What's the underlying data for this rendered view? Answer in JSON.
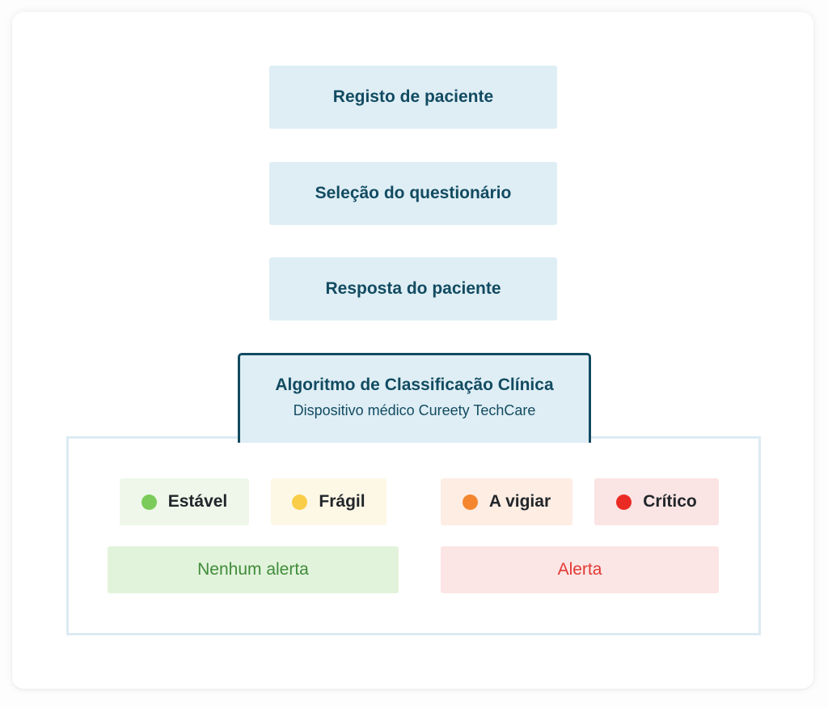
{
  "steps": {
    "registration": "Registo de paciente",
    "questionnaire_selection": "Seleção do questionário",
    "patient_response": "Resposta do paciente"
  },
  "algorithm": {
    "title": "Algoritmo de Classificação Clínica",
    "subtitle": "Dispositivo médico Cureety TechCare"
  },
  "statuses": [
    {
      "label": "Estável",
      "dot_color": "#7acb5a",
      "bg_color": "#eef7ea"
    },
    {
      "label": "Frágil",
      "dot_color": "#f9cd48",
      "bg_color": "#fdf8e6"
    },
    {
      "label": "A vigiar",
      "dot_color": "#f3862e",
      "bg_color": "#fdede3"
    },
    {
      "label": "Crítico",
      "dot_color": "#ea2b24",
      "bg_color": "#fbe4e4"
    }
  ],
  "outcomes": {
    "no_alert": {
      "label": "Nenhum alerta",
      "text_color": "#3f8c3a",
      "bg_color": "#e2f3db"
    },
    "alert": {
      "label": "Alerta",
      "text_color": "#e23a33",
      "bg_color": "#fce5e5"
    }
  },
  "colors": {
    "primary": "#124b61",
    "step_bg": "#dfeef5",
    "results_border": "#dcebf3"
  }
}
